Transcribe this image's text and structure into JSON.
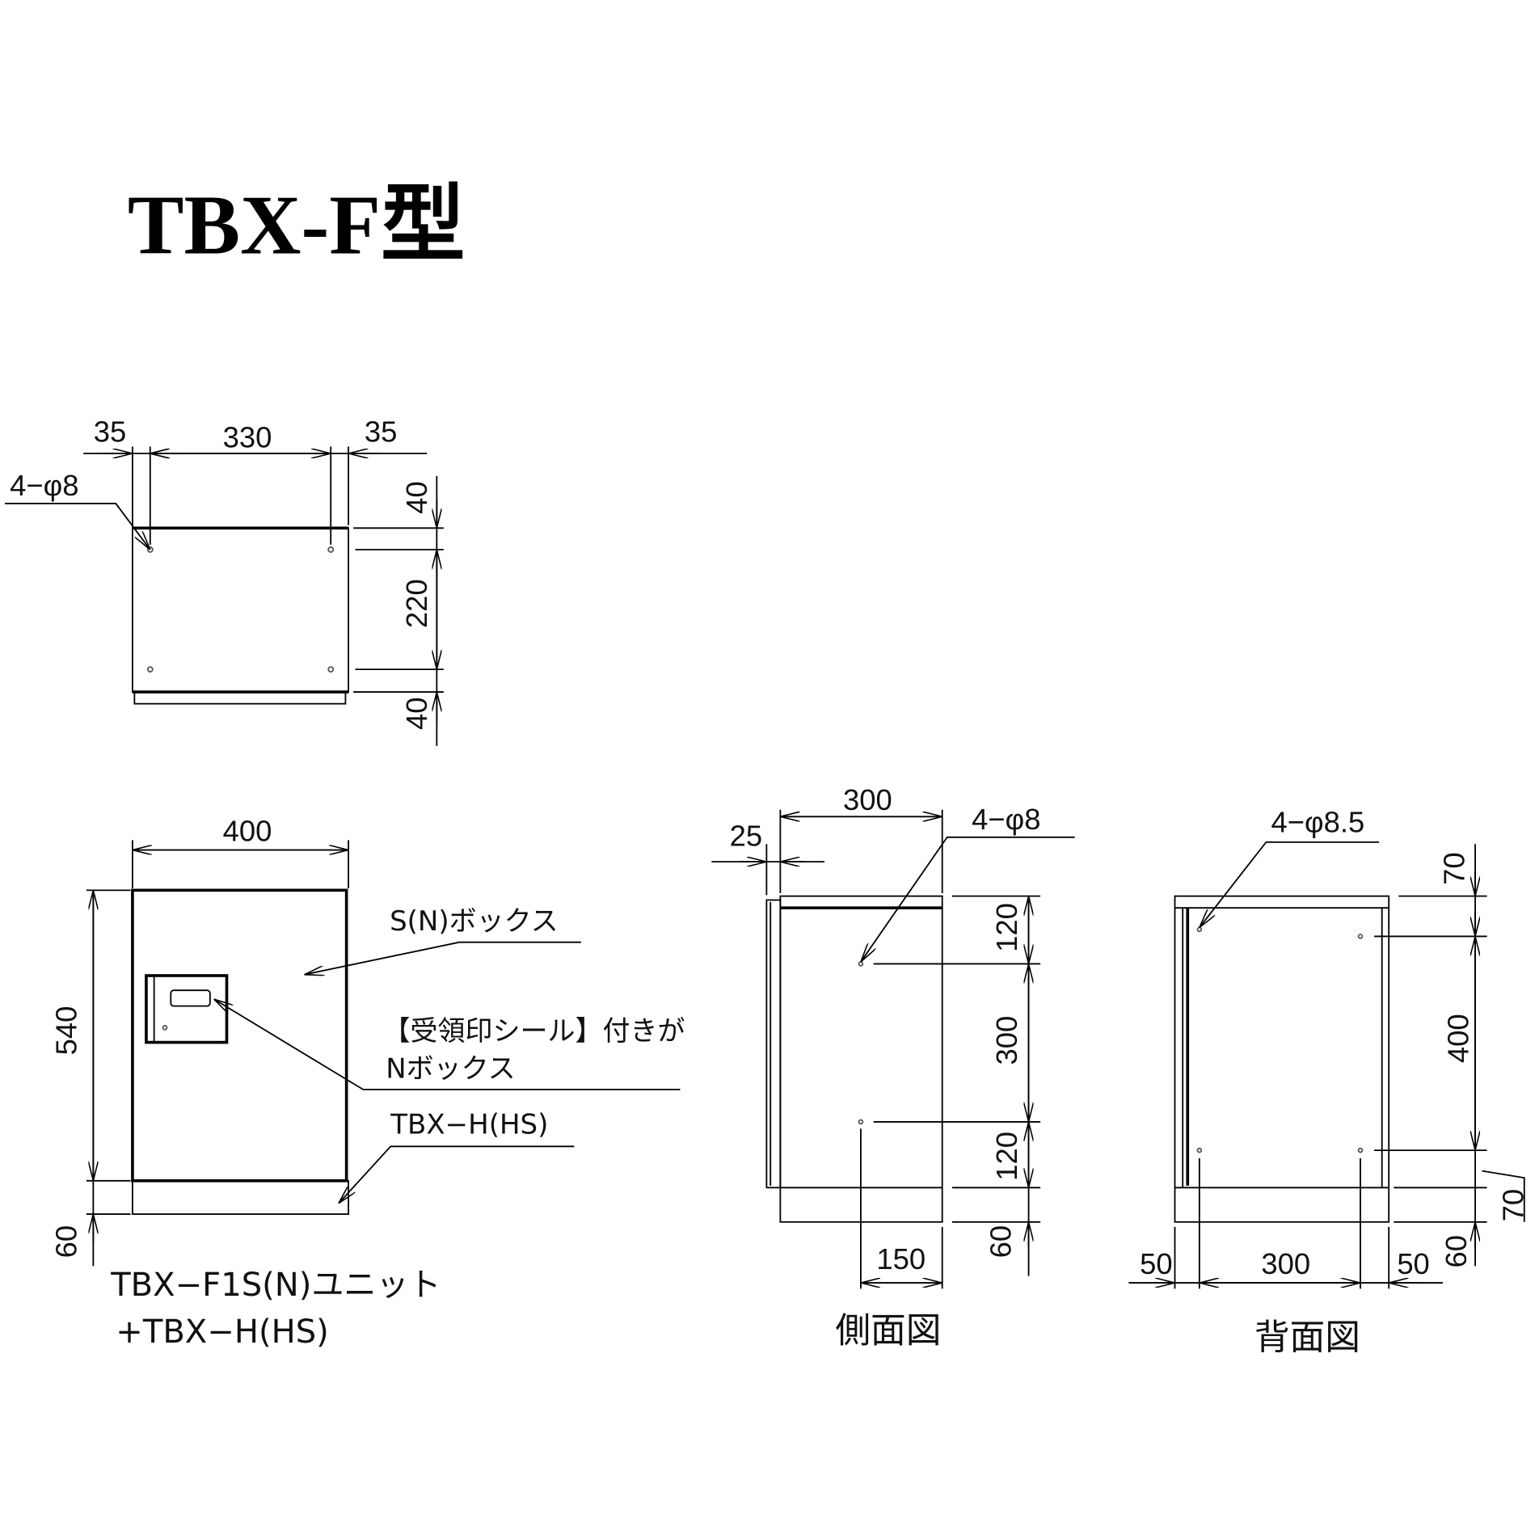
{
  "title": "TBX-F型",
  "top_view": {
    "dims_horizontal": [
      "35",
      "330",
      "35"
    ],
    "dims_vertical": [
      "40",
      "220",
      "40"
    ],
    "hole_note": "4−φ8"
  },
  "front_view": {
    "width_dim": "400",
    "height_dim": "540",
    "base_dim": "60",
    "callout_box": "S(N)ボックス",
    "callout_seal_line1": "【受領印シール】付きが",
    "callout_seal_line2": "Nボックス",
    "callout_base": "TBX−H(HS)",
    "caption_line1": "TBX−F1S(N)ユニット",
    "caption_line2": "+TBX−H(HS)"
  },
  "side_view": {
    "depth_dim": "300",
    "door_dim": "25",
    "hole_note": "4−φ8",
    "dims_vertical": [
      "120",
      "300",
      "120",
      "60"
    ],
    "hole_offset_dim": "150",
    "caption": "側面図"
  },
  "back_view": {
    "hole_note": "4−φ8.5",
    "dims_vertical": [
      "70",
      "400",
      "70",
      "60"
    ],
    "dims_horizontal": [
      "50",
      "300",
      "50"
    ],
    "caption": "背面図"
  }
}
